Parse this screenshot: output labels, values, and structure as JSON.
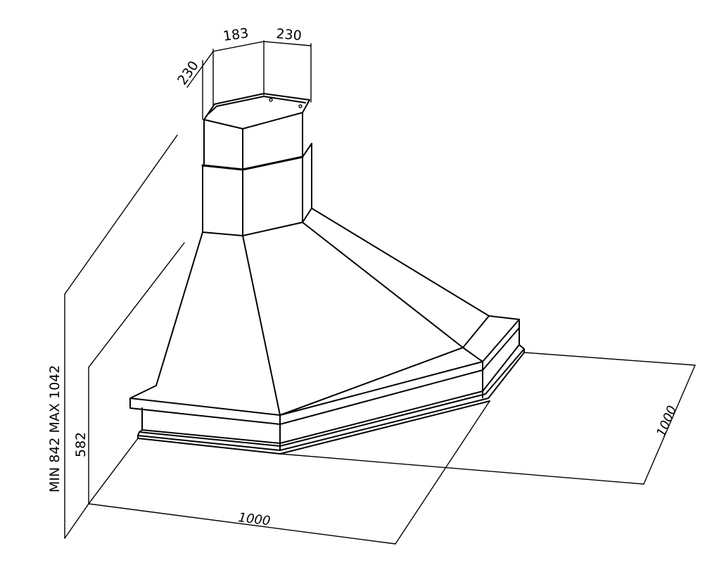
{
  "drawing": {
    "subject": "corner cooker hood with chimney",
    "line_color": "#000000",
    "background": "#ffffff",
    "dimensions": {
      "chimney_left_depth": "230",
      "chimney_front_width": "183",
      "chimney_right_depth": "230",
      "total_height": "MIN 842 MAX 1042",
      "hood_height": "582",
      "floor_left_width": "1000",
      "floor_right_width": "1000"
    }
  }
}
